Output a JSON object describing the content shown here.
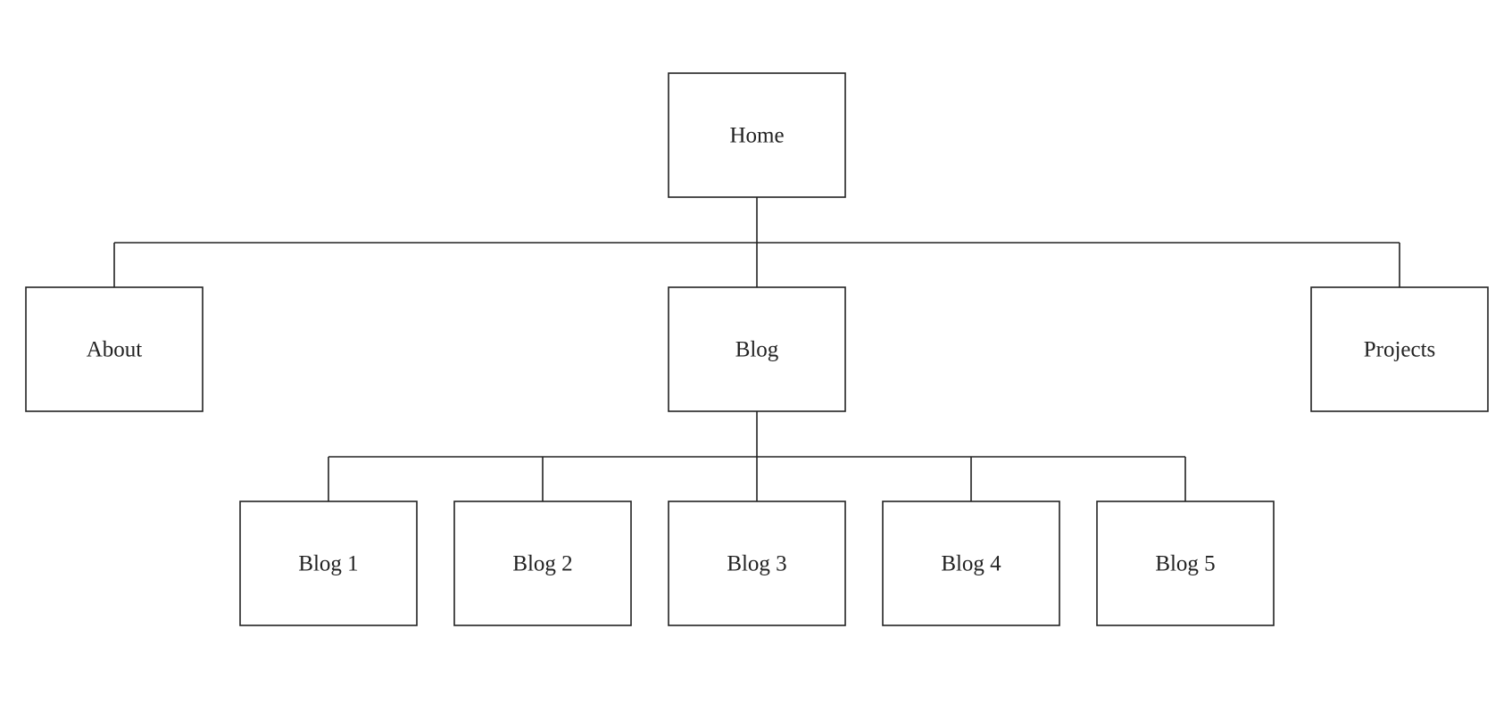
{
  "sitemap": {
    "root": {
      "label": "Home"
    },
    "sections": [
      {
        "label": "About"
      },
      {
        "label": "Blog"
      },
      {
        "label": "Projects"
      }
    ],
    "blog_posts": [
      {
        "label": "Blog 1"
      },
      {
        "label": "Blog 2"
      },
      {
        "label": "Blog 3"
      },
      {
        "label": "Blog 4"
      },
      {
        "label": "Blog 5"
      }
    ]
  },
  "colors": {
    "stroke": "#222222",
    "text": "#222222",
    "background": "#ffffff"
  }
}
